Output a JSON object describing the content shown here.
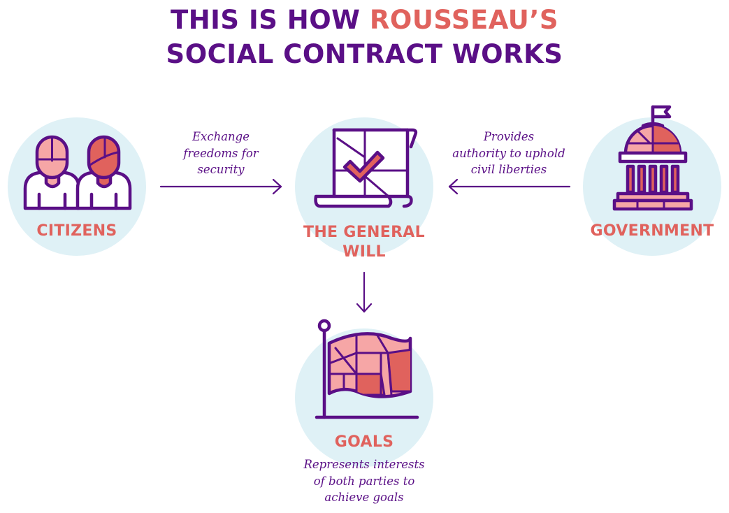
{
  "title": {
    "part1": "THIS IS HOW ",
    "accent": "ROUSSEAU’S",
    "line2": "SOCIAL CONTRACT WORKS"
  },
  "nodes": {
    "citizens": {
      "label": "CITIZENS",
      "icon": "two-people-icon"
    },
    "general_will": {
      "label_line1": "THE GENERAL",
      "label_line2": "WILL",
      "icon": "scroll-checkmark-icon"
    },
    "government": {
      "label": "GOVERNMENT",
      "icon": "capitol-dome-icon"
    },
    "goals": {
      "label": "GOALS",
      "icon": "flag-icon"
    }
  },
  "edges": {
    "citizens_to_will": {
      "line1": "Exchange",
      "line2": "freedoms for",
      "line3": "security"
    },
    "government_to_will": {
      "line1": "Provides",
      "line2": "authority to uphold",
      "line3": "civil liberties"
    },
    "goals_caption": {
      "line1": "Represents interests",
      "line2": "of both parties to",
      "line3": "achieve goals"
    }
  },
  "colors": {
    "purple": "#5a0f86",
    "coral": "#e0625d",
    "light_pink": "#f6a6a6",
    "circle_bg": "#dff1f6"
  }
}
